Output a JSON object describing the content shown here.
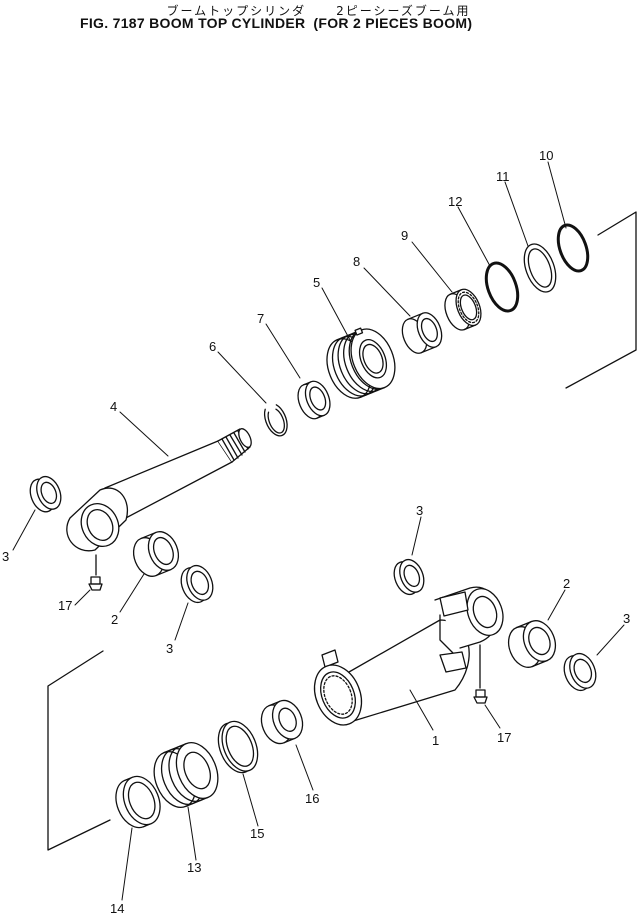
{
  "title_jp": "ブームトップシリンダ",
  "subtitle_jp": "2ピーシーズブーム用",
  "title_en": "FIG. 7187  BOOM TOP CYLINDER",
  "subtitle_en": "(FOR 2 PIECES BOOM)",
  "callouts": {
    "c1": "1",
    "c2a": "2",
    "c2b": "2",
    "c3a": "3",
    "c3b": "3",
    "c3c": "3",
    "c3d": "3",
    "c4": "4",
    "c5": "5",
    "c6": "6",
    "c7": "7",
    "c8": "8",
    "c9": "9",
    "c10": "10",
    "c11": "11",
    "c12": "12",
    "c13": "13",
    "c14": "14",
    "c15": "15",
    "c16": "16",
    "c17a": "17",
    "c17b": "17"
  }
}
